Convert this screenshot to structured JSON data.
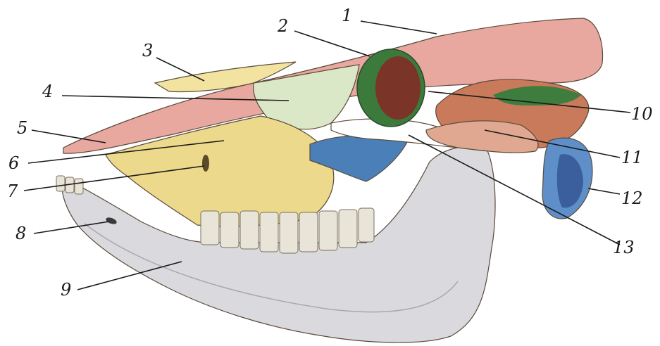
{
  "labels": [
    "1",
    "2",
    "3",
    "4",
    "5",
    "6",
    "7",
    "8",
    "9",
    "10",
    "11",
    "12",
    "13"
  ],
  "colors": {
    "nasal_bone": "#e8a8a0",
    "frontal_bone": "#f2e4a0",
    "lacrimal_bone": "#dbe8c8",
    "maxilla": "#ecd98c",
    "incisive_bone": "#e8a8a0",
    "zygomatic_bone": "#4a7fb8",
    "mandible": "#d9d9de",
    "orbit": "#3c7a3c",
    "orbit_inner": "#7a3428",
    "temporal_region": "#e0a890",
    "occipital": "#5f8fc8",
    "teeth": "#e8e4d8"
  }
}
